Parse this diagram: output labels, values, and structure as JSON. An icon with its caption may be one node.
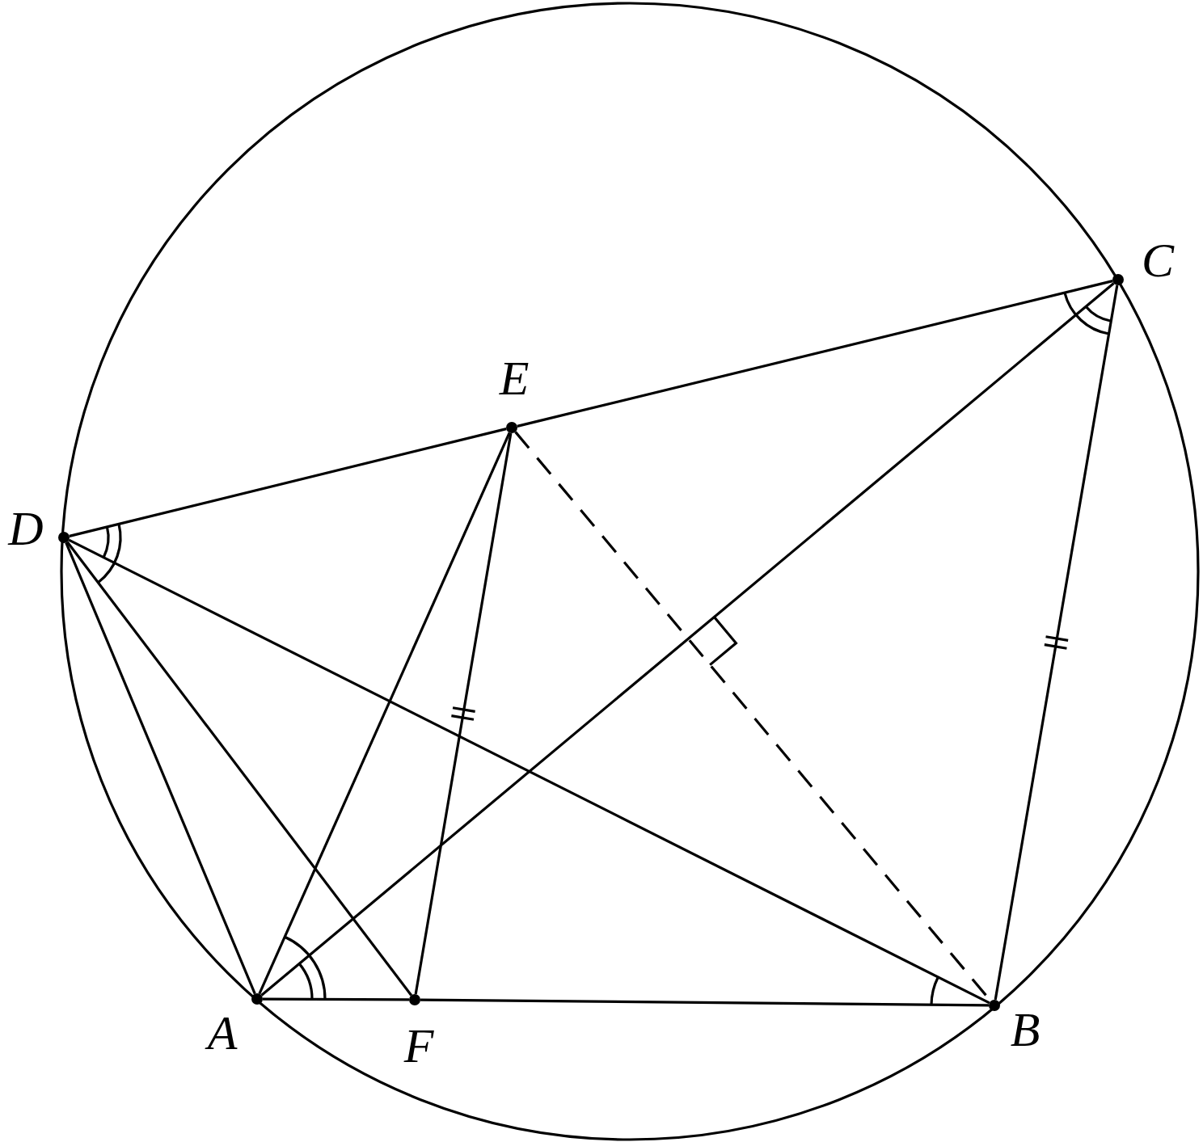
{
  "diagram": {
    "nodes": [
      {
        "text": [],
        "shape": "circle",
        "beside": [
          "D"
        ]
      },
      {
        "text": [],
        "shape": "circle",
        "beside": [
          "E"
        ]
      },
      {
        "text": [],
        "shape": "circle",
        "beside": [
          "C"
        ]
      },
      {
        "text": [],
        "shape": "circle",
        "beside": [
          "A"
        ]
      },
      {
        "text": [],
        "shape": "circle",
        "beside": [
          "F"
        ]
      },
      {
        "text": [],
        "shape": "circle",
        "beside": [
          "B"
        ]
      }
    ],
    "edges": [
      {
        "from": 0,
        "to": 1,
        "arrow": "none"
      },
      {
        "from": 1,
        "to": 2,
        "arrow": "none"
      },
      {
        "from": 0,
        "to": 3,
        "arrow": "none"
      },
      {
        "from": 0,
        "to": 4,
        "arrow": "none"
      },
      {
        "from": 0,
        "to": 5,
        "arrow": "none"
      },
      {
        "from": 3,
        "to": 1,
        "arrow": "none"
      },
      {
        "from": 3,
        "to": 2,
        "arrow": "none"
      },
      {
        "from": 3,
        "to": 4,
        "arrow": "none"
      },
      {
        "from": 4,
        "to": 5,
        "arrow": "none"
      },
      {
        "from": 1,
        "to": 4,
        "arrow": "none"
      },
      {
        "from": 2,
        "to": 5,
        "arrow": "none"
      },
      {
        "from": 1,
        "to": 5,
        "arrow": "none",
        "style": "dashed"
      }
    ]
  }
}
